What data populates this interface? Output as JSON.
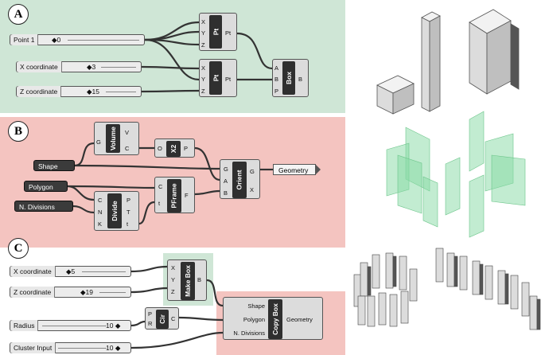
{
  "labels": {
    "a": "A",
    "b": "B",
    "c": "C"
  },
  "colors": {
    "panel_a": "#cfe6d6",
    "panel_b": "#f4c4c0",
    "panel_c_highlight_green": "#cfe6d6",
    "panel_c_highlight_red": "#f4c4c0"
  },
  "a": {
    "point1": {
      "name": "Point 1",
      "value": "◆0"
    },
    "xcoord": {
      "name": "X coordinate",
      "value": "◆3"
    },
    "zcoord": {
      "name": "Z coordinate",
      "value": "◆15"
    },
    "pt_top": {
      "title": "Pt",
      "inputs": [
        "X",
        "Y",
        "Z"
      ],
      "output": "Pt"
    },
    "pt_bottom": {
      "title": "Pt",
      "inputs": [
        "X",
        "Y",
        "Z"
      ],
      "output": "Pt"
    },
    "box": {
      "title": "Box",
      "inputs": [
        "A",
        "B",
        "P"
      ],
      "output": "B"
    }
  },
  "b": {
    "shape": "Shape",
    "polygon": "Polygon",
    "ndiv": "N. Divisions",
    "volume": {
      "title": "Volume",
      "inputs": [
        "G"
      ],
      "outputs": [
        "V",
        "C"
      ]
    },
    "x2": {
      "title": "X2",
      "inputs": [
        "O"
      ],
      "outputs": [
        "P"
      ]
    },
    "pframe": {
      "title": "PFrame",
      "inputs": [
        "C",
        "t"
      ],
      "outputs": [
        "F"
      ]
    },
    "divide": {
      "title": "Divide",
      "inputs": [
        "C",
        "N",
        "K"
      ],
      "outputs": [
        "P",
        "T",
        "t"
      ]
    },
    "orient": {
      "title": "Orient",
      "inputs": [
        "G",
        "A",
        "B"
      ],
      "outputs": [
        "G",
        "X"
      ]
    },
    "geometry": "Geometry"
  },
  "c": {
    "xcoord": {
      "name": "X coordinate",
      "value": "◆5"
    },
    "zcoord": {
      "name": "Z coordinate",
      "value": "◆19"
    },
    "radius": {
      "name": "Radius",
      "value": "10 ◆"
    },
    "cluster": {
      "name": "Cluster Input",
      "value": "10 ◆"
    },
    "makebox": {
      "title": "Make Box",
      "inputs": [
        "X",
        "Y",
        "Z"
      ],
      "output": "B"
    },
    "cir": {
      "title": "Cir",
      "inputs": [
        "P",
        "R"
      ],
      "output": "C"
    },
    "copybox": {
      "title": "Copy Box",
      "inputs": [
        "Shape",
        "Polygon",
        "N. Divisions"
      ],
      "output": "Geometry"
    }
  }
}
